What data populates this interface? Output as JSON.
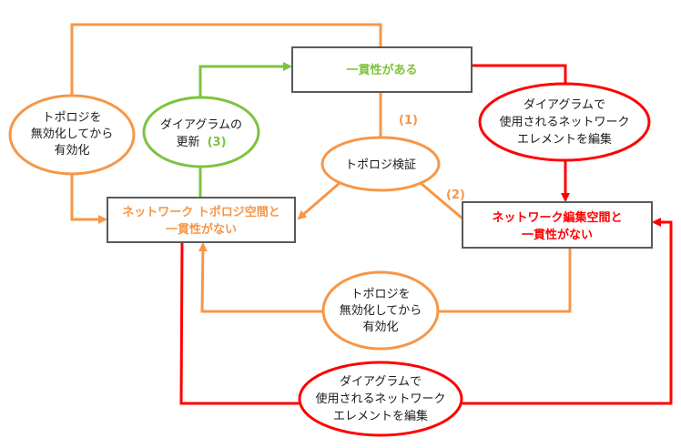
{
  "colors": {
    "orange": "#F79646",
    "green": "#7DC33F",
    "red": "#FF0000",
    "box_border": "#595959",
    "text": "#1a1a1a"
  },
  "states": {
    "consistent": {
      "lines": [
        "一貫性がある"
      ]
    },
    "topology_inconsistent": {
      "lines": [
        "ネットワーク トポロジ空間と",
        "一貫性がない"
      ]
    },
    "edit_inconsistent": {
      "lines": [
        "ネットワーク編集空間と",
        "一貫性がない"
      ]
    }
  },
  "actions": {
    "disable_enable_top": {
      "lines": [
        "トポロジを",
        "無効化してから",
        "有効化"
      ]
    },
    "update_diagram": {
      "lines": [
        "ダイアグラムの",
        "更新"
      ],
      "step": "(3)"
    },
    "validate_topology": {
      "lines": [
        "トポロジ検証"
      ]
    },
    "edit_elements_top": {
      "lines": [
        "ダイアグラムで",
        "使用されるネットワーク",
        "エレメントを編集"
      ]
    },
    "disable_enable_bottom": {
      "lines": [
        "トポロジを",
        "無効化してから",
        "有効化"
      ]
    },
    "edit_elements_bottom": {
      "lines": [
        "ダイアグラムで",
        "使用されるネットワーク",
        "エレメントを編集"
      ]
    }
  },
  "step_labels": {
    "step1": "(1)",
    "step2": "(2)"
  }
}
